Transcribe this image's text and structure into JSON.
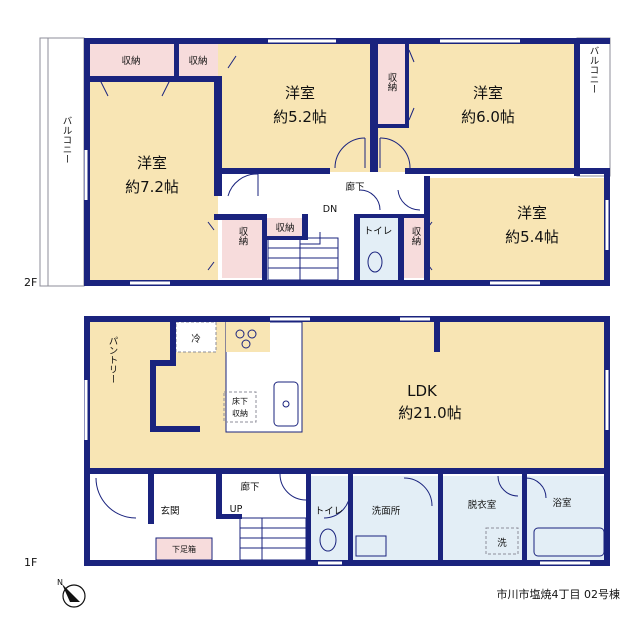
{
  "floor2": {
    "label": "2F",
    "rooms": {
      "western_a": {
        "name": "洋室",
        "area": "約7.2帖"
      },
      "western_b": {
        "name": "洋室",
        "area": "約5.2帖"
      },
      "western_c": {
        "name": "洋室",
        "area": "約6.0帖"
      },
      "western_d": {
        "name": "洋室",
        "area": "約5.4帖"
      }
    },
    "storage": [
      "収納",
      "収納",
      "収納",
      "収納",
      "収納",
      "収納"
    ],
    "balcony_left": "バルコニー",
    "balcony_right": "バルコニー",
    "hallway": "廊下",
    "stairs": "DN",
    "toilet": "トイレ"
  },
  "floor1": {
    "label": "1F",
    "ldk": {
      "name": "LDK",
      "area": "約21.0帖"
    },
    "pantry": "パントリー",
    "fridge": "冷",
    "underfloor": [
      "床下",
      "収納"
    ],
    "entrance": "玄関",
    "shoe_box": "下足箱",
    "hallway": "廊下",
    "stairs": "UP",
    "toilet": "トイレ",
    "washroom": "洗面所",
    "dressing": "脱衣室",
    "washer": "洗",
    "bath": "浴室"
  },
  "property_name": "市川市塩焼4丁目 02号棟",
  "colors": {
    "wall": "#1a237e",
    "wood": "#f8e5b4",
    "storage": "#f7dcdc",
    "wet": "#e3eef6"
  }
}
